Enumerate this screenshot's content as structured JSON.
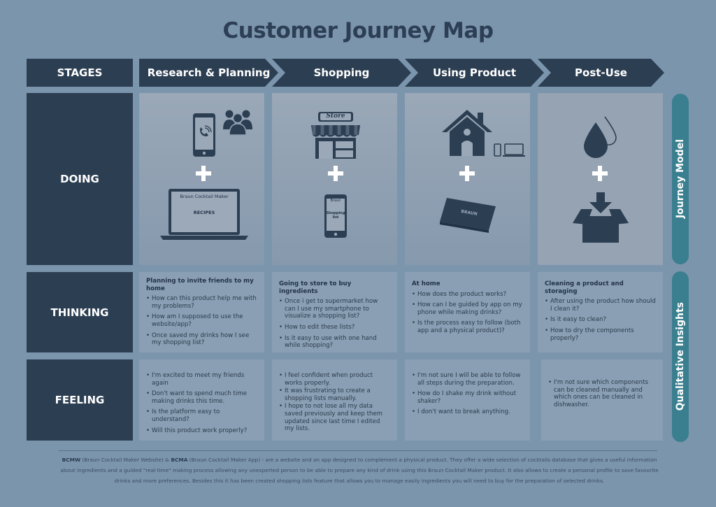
{
  "title": "Customer Journey Map",
  "stages_label": "STAGES",
  "stages": [
    "Research & Planning",
    "Shopping",
    "Using Product",
    "Post-Use"
  ],
  "rows": {
    "doing": "DOING",
    "thinking": "THINKING",
    "feeling": "FEELING"
  },
  "side_labels": {
    "journey_model": "Journey Model",
    "qualitative_insights": "Qualitative Insights"
  },
  "doing": {
    "laptop_line1": "Braun Cocktail Maker",
    "laptop_line2": "RECIPES",
    "store_sign": "Store",
    "phone_brand": "Braun",
    "phone_line1": "Shopping",
    "phone_line2": "list",
    "device_label": "BRAUN"
  },
  "thinking": [
    {
      "heading": "Planning to invite friends to my home",
      "items": [
        "How can this product help me with my problems?",
        "How am I supposed to use the website/app?",
        "Once saved my drinks how I see my shopping list?"
      ]
    },
    {
      "heading": "Going to store to buy ingredients",
      "items": [
        "Once i get to supermarket how can I use my smartphone to visualize a shopping list?",
        "How to edit these lists?",
        "Is it easy to use with one hand while shopping?"
      ]
    },
    {
      "heading": "At home",
      "items": [
        "How does the product works?",
        "How can I be guided by app on my phone while making drinks?",
        "Is the process easy to follow (both app and a physical product)?"
      ]
    },
    {
      "heading": "Cleaning a product and storaging",
      "items": [
        "After using the product how should I clean it?",
        "Is it easy to clean?",
        "How to dry the components properly?"
      ]
    }
  ],
  "feeling": [
    {
      "items": [
        "I'm excited to meet my friends again",
        "Don't want to spend much time making drinks this time.",
        "Is the platform easy to understand?",
        "Will this product work properly?"
      ]
    },
    {
      "items": [
        "I feel confident when product works properly.",
        "It was frustrating to create a shopping lists manually.",
        "I hope to not lose all my data saved previously and keep them updated since last time I edited my lists."
      ]
    },
    {
      "items": [
        "I'm not sure I will be able to follow all steps during the preparation.",
        "How do I shake my drink without shaker?",
        "I don't want to break anything."
      ]
    },
    {
      "items": [
        "I'm not sure which components can be cleaned manually and which ones can be cleaned in dishwasher."
      ]
    }
  ],
  "footer": {
    "bcmw": "BCMW",
    "bcmw_desc": " (Braun Cocktail Maker Website) & ",
    "bcma": "BCMA",
    "text": " (Braun Cocktail Maker App) - are a website and an app designed to complement a physical product. They offer a wide selection of cocktails database that gives a useful information about ingredients and a guided \"real time\" making process allowing any unexperted person to be able to prepare any kind of drink using this Braun Cocktail Maker product. It also allows to create a personal profile to save favourite drinks and more preferences. Besides this it has been created shopping lists feature that allows you to manage easily ingredients you will need to buy for the preparation of selected drinks."
  },
  "colors": {
    "background": "#7b95ad",
    "navy": "#2c3e52",
    "teal": "#3a7f8f",
    "cell": "#8a9fb3"
  }
}
